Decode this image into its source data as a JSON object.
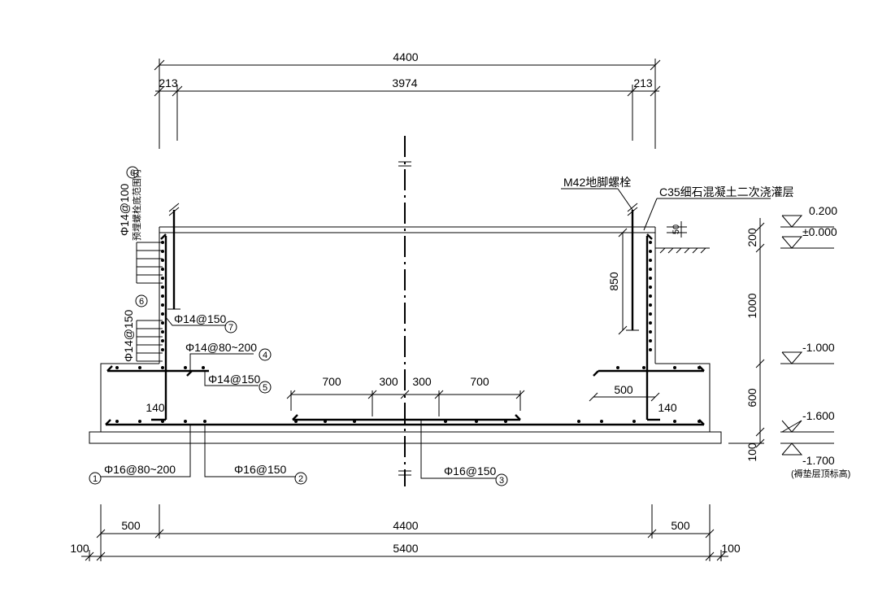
{
  "dimensions_top": {
    "overall": "4400",
    "left_edge": "213",
    "middle": "3974",
    "right_edge": "213"
  },
  "dimensions_bottom": {
    "left_overhang": "500",
    "middle": "4400",
    "right_overhang": "500",
    "total": "5400",
    "left_cover": "100",
    "right_cover": "100"
  },
  "dimensions_interior": {
    "left_700": "700",
    "left_300": "300",
    "right_300": "300",
    "right_700": "700",
    "right_500": "500",
    "left_140": "140",
    "right_140": "140",
    "anchor_850": "850",
    "grout_50": "50"
  },
  "dimensions_right": {
    "d200": "200",
    "d1000": "1000",
    "d600": "600",
    "d100": "100"
  },
  "elevations": {
    "e1": "0.200",
    "e2": "±0.000",
    "e3": "-1.000",
    "e4": "-1.600",
    "e5": "-1.700",
    "e5_note": "(褥垫层顶标高)"
  },
  "annotations": {
    "anchor_bolt": "M42地脚螺栓",
    "grout_layer": "C35细石混凝土二次浇灌层",
    "rebar_6_top": "Φ14@100",
    "rebar_6_top_note": "预埋螺栓底范围内",
    "rebar_6_mid": "Φ14@150",
    "rebar_7": "Φ14@150",
    "rebar_4": "Φ14@80~200",
    "rebar_5": "Φ14@150",
    "rebar_1": "Φ16@80~200",
    "rebar_2": "Φ16@150",
    "rebar_3": "Φ16@150"
  },
  "markers": {
    "m1": "1",
    "m2": "2",
    "m3": "3",
    "m4": "4",
    "m5": "5",
    "m6a": "6",
    "m6b": "6",
    "m7": "7"
  }
}
